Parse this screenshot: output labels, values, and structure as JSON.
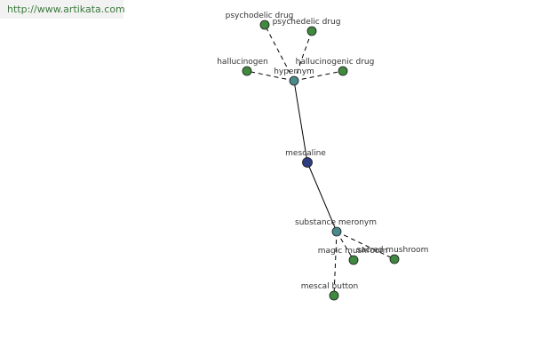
{
  "header": {
    "url": "http://www.artikata.com"
  },
  "colors": {
    "center": "#2e3d80",
    "relation": "#4a8a8a",
    "leaf": "#3f8a3f"
  },
  "graph": {
    "nodes": [
      {
        "id": "mescaline",
        "label": "mescaline",
        "kind": "center"
      },
      {
        "id": "hypernym",
        "label": "hypernym",
        "kind": "relation"
      },
      {
        "id": "substance-meronym",
        "label": "substance meronym",
        "kind": "relation"
      },
      {
        "id": "psychodelic-drug",
        "label": "psychodelic drug",
        "kind": "leaf"
      },
      {
        "id": "psychedelic-drug",
        "label": "psychedelic drug",
        "kind": "leaf"
      },
      {
        "id": "hallucinogen",
        "label": "hallucinogen",
        "kind": "leaf"
      },
      {
        "id": "hallucinogenic-drug",
        "label": "hallucinogenic drug",
        "kind": "leaf"
      },
      {
        "id": "magic-mushroom",
        "label": "magic mushroom",
        "kind": "leaf"
      },
      {
        "id": "sacred-mushroom",
        "label": "sacred mushroom",
        "kind": "leaf"
      },
      {
        "id": "mescal-button",
        "label": "mescal button",
        "kind": "leaf"
      }
    ],
    "edges": [
      {
        "from": "mescaline",
        "to": "hypernym",
        "style": "solid"
      },
      {
        "from": "mescaline",
        "to": "substance-meronym",
        "style": "solid"
      },
      {
        "from": "hypernym",
        "to": "psychodelic-drug",
        "style": "dashed"
      },
      {
        "from": "hypernym",
        "to": "psychedelic-drug",
        "style": "dashed"
      },
      {
        "from": "hypernym",
        "to": "hallucinogen",
        "style": "dashed"
      },
      {
        "from": "hypernym",
        "to": "hallucinogenic-drug",
        "style": "dashed"
      },
      {
        "from": "substance-meronym",
        "to": "magic-mushroom",
        "style": "dashed"
      },
      {
        "from": "substance-meronym",
        "to": "sacred-mushroom",
        "style": "dashed"
      },
      {
        "from": "substance-meronym",
        "to": "mescal-button",
        "style": "dashed"
      }
    ]
  }
}
